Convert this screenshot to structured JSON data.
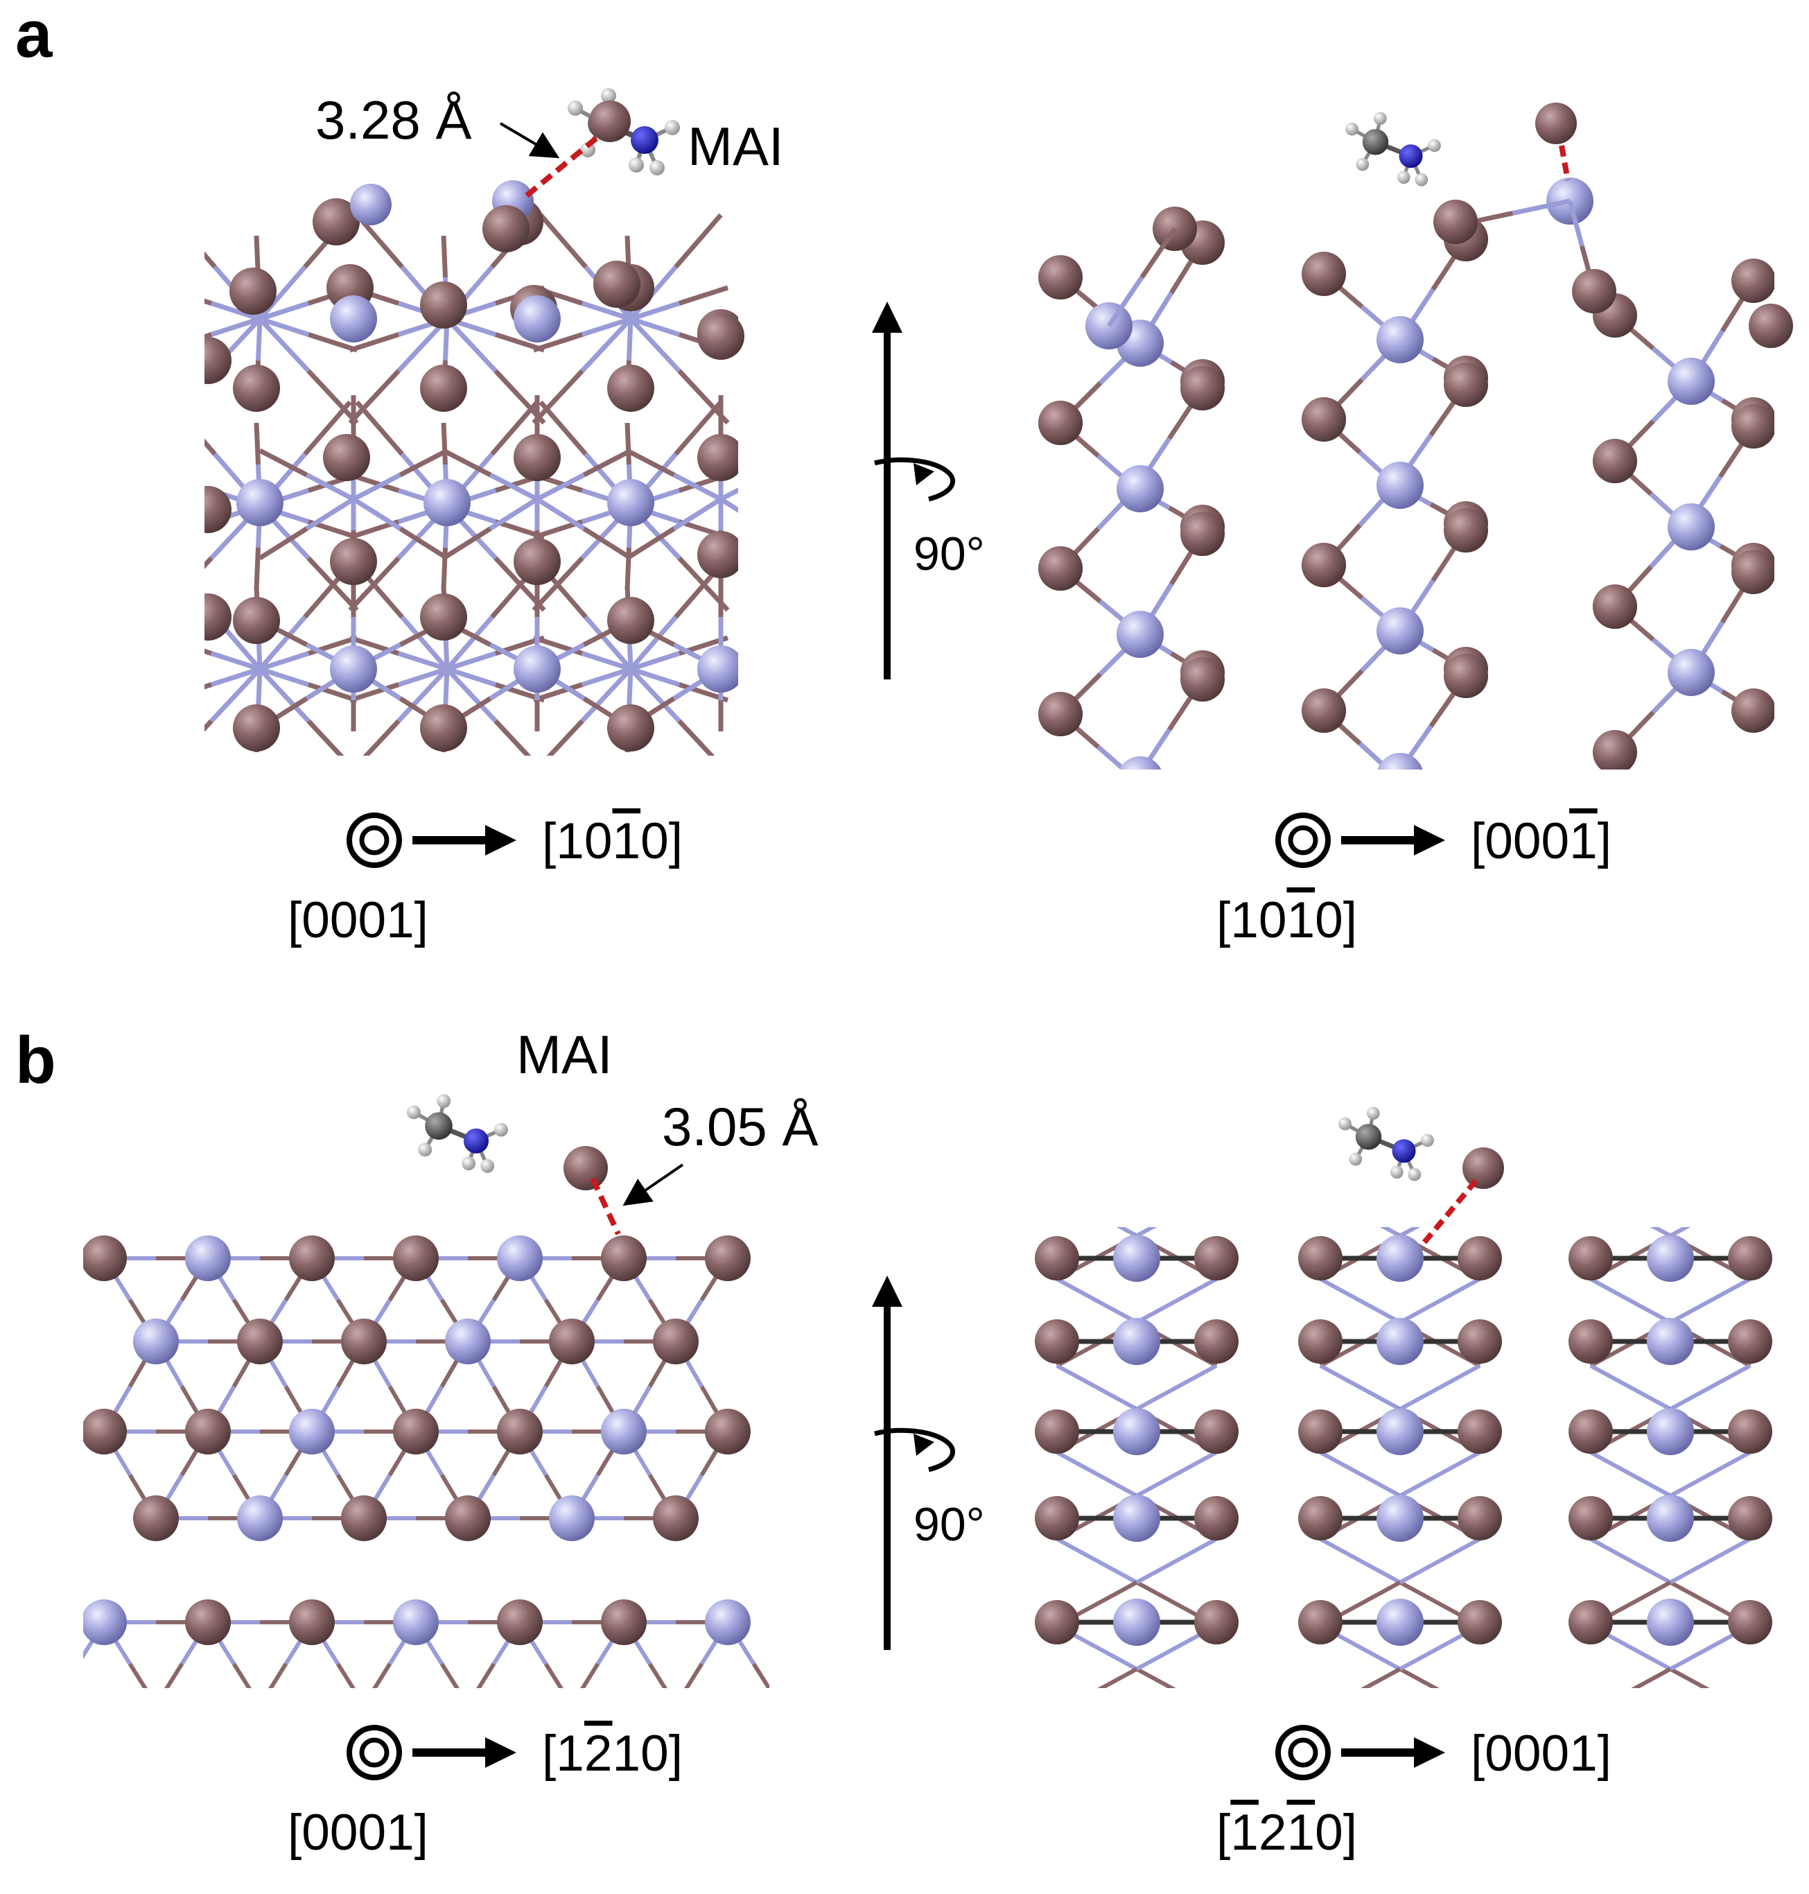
{
  "panels": [
    {
      "label": "a",
      "mai_label": "MAI",
      "distance_label": "3.28 Å",
      "left_axes": {
        "out_of_plane": "[0001]",
        "in_plane": {
          "pre": "[10",
          "bar": "1",
          "post": "0]"
        }
      },
      "rotation": "90°",
      "right_axes": {
        "out_of_plane": {
          "pre": "[10",
          "bar": "1",
          "post": "0]"
        },
        "in_plane": {
          "pre": "[000",
          "bar": "1",
          "post": "]"
        }
      }
    },
    {
      "label": "b",
      "mai_label": "MAI",
      "distance_label": "3.05 Å",
      "left_axes": {
        "out_of_plane": "[0001]",
        "in_plane": {
          "pre": "[1",
          "bar": "2",
          "post": "10]"
        }
      },
      "rotation": "90°",
      "right_axes": {
        "out_of_plane": {
          "pre": "[",
          "bar": "1",
          "mid": "2",
          "bar2": "1",
          "post": "0]"
        },
        "in_plane": "[0001]"
      }
    }
  ],
  "colors": {
    "iodine": "#8a6668",
    "lead": "#a7a9e0",
    "bond_lead": "#9a9cd8",
    "bond_iodine": "#8a6668",
    "dist_line": "#c8191e",
    "carbon": "#555555",
    "nitrogen": "#1a1acc",
    "hydrogen": "#dddddd"
  }
}
